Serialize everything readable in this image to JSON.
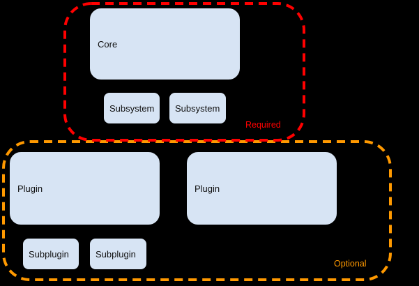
{
  "diagram": {
    "background_color": "#000000",
    "box_fill_color": "#d7e4f4",
    "box_border_color": "#000000",
    "box_text_color": "#111111",
    "groups": [
      {
        "id": "required",
        "label": "Required",
        "border_color": "#ff0000",
        "boxes": [
          {
            "label": "Core"
          },
          {
            "label": "Subsystem"
          },
          {
            "label": "Subsystem"
          }
        ]
      },
      {
        "id": "optional",
        "label": "Optional",
        "border_color": "#ff9900",
        "boxes": [
          {
            "label": "Plugin"
          },
          {
            "label": "Plugin"
          },
          {
            "label": "Subplugin"
          },
          {
            "label": "Subplugin"
          }
        ]
      }
    ]
  }
}
